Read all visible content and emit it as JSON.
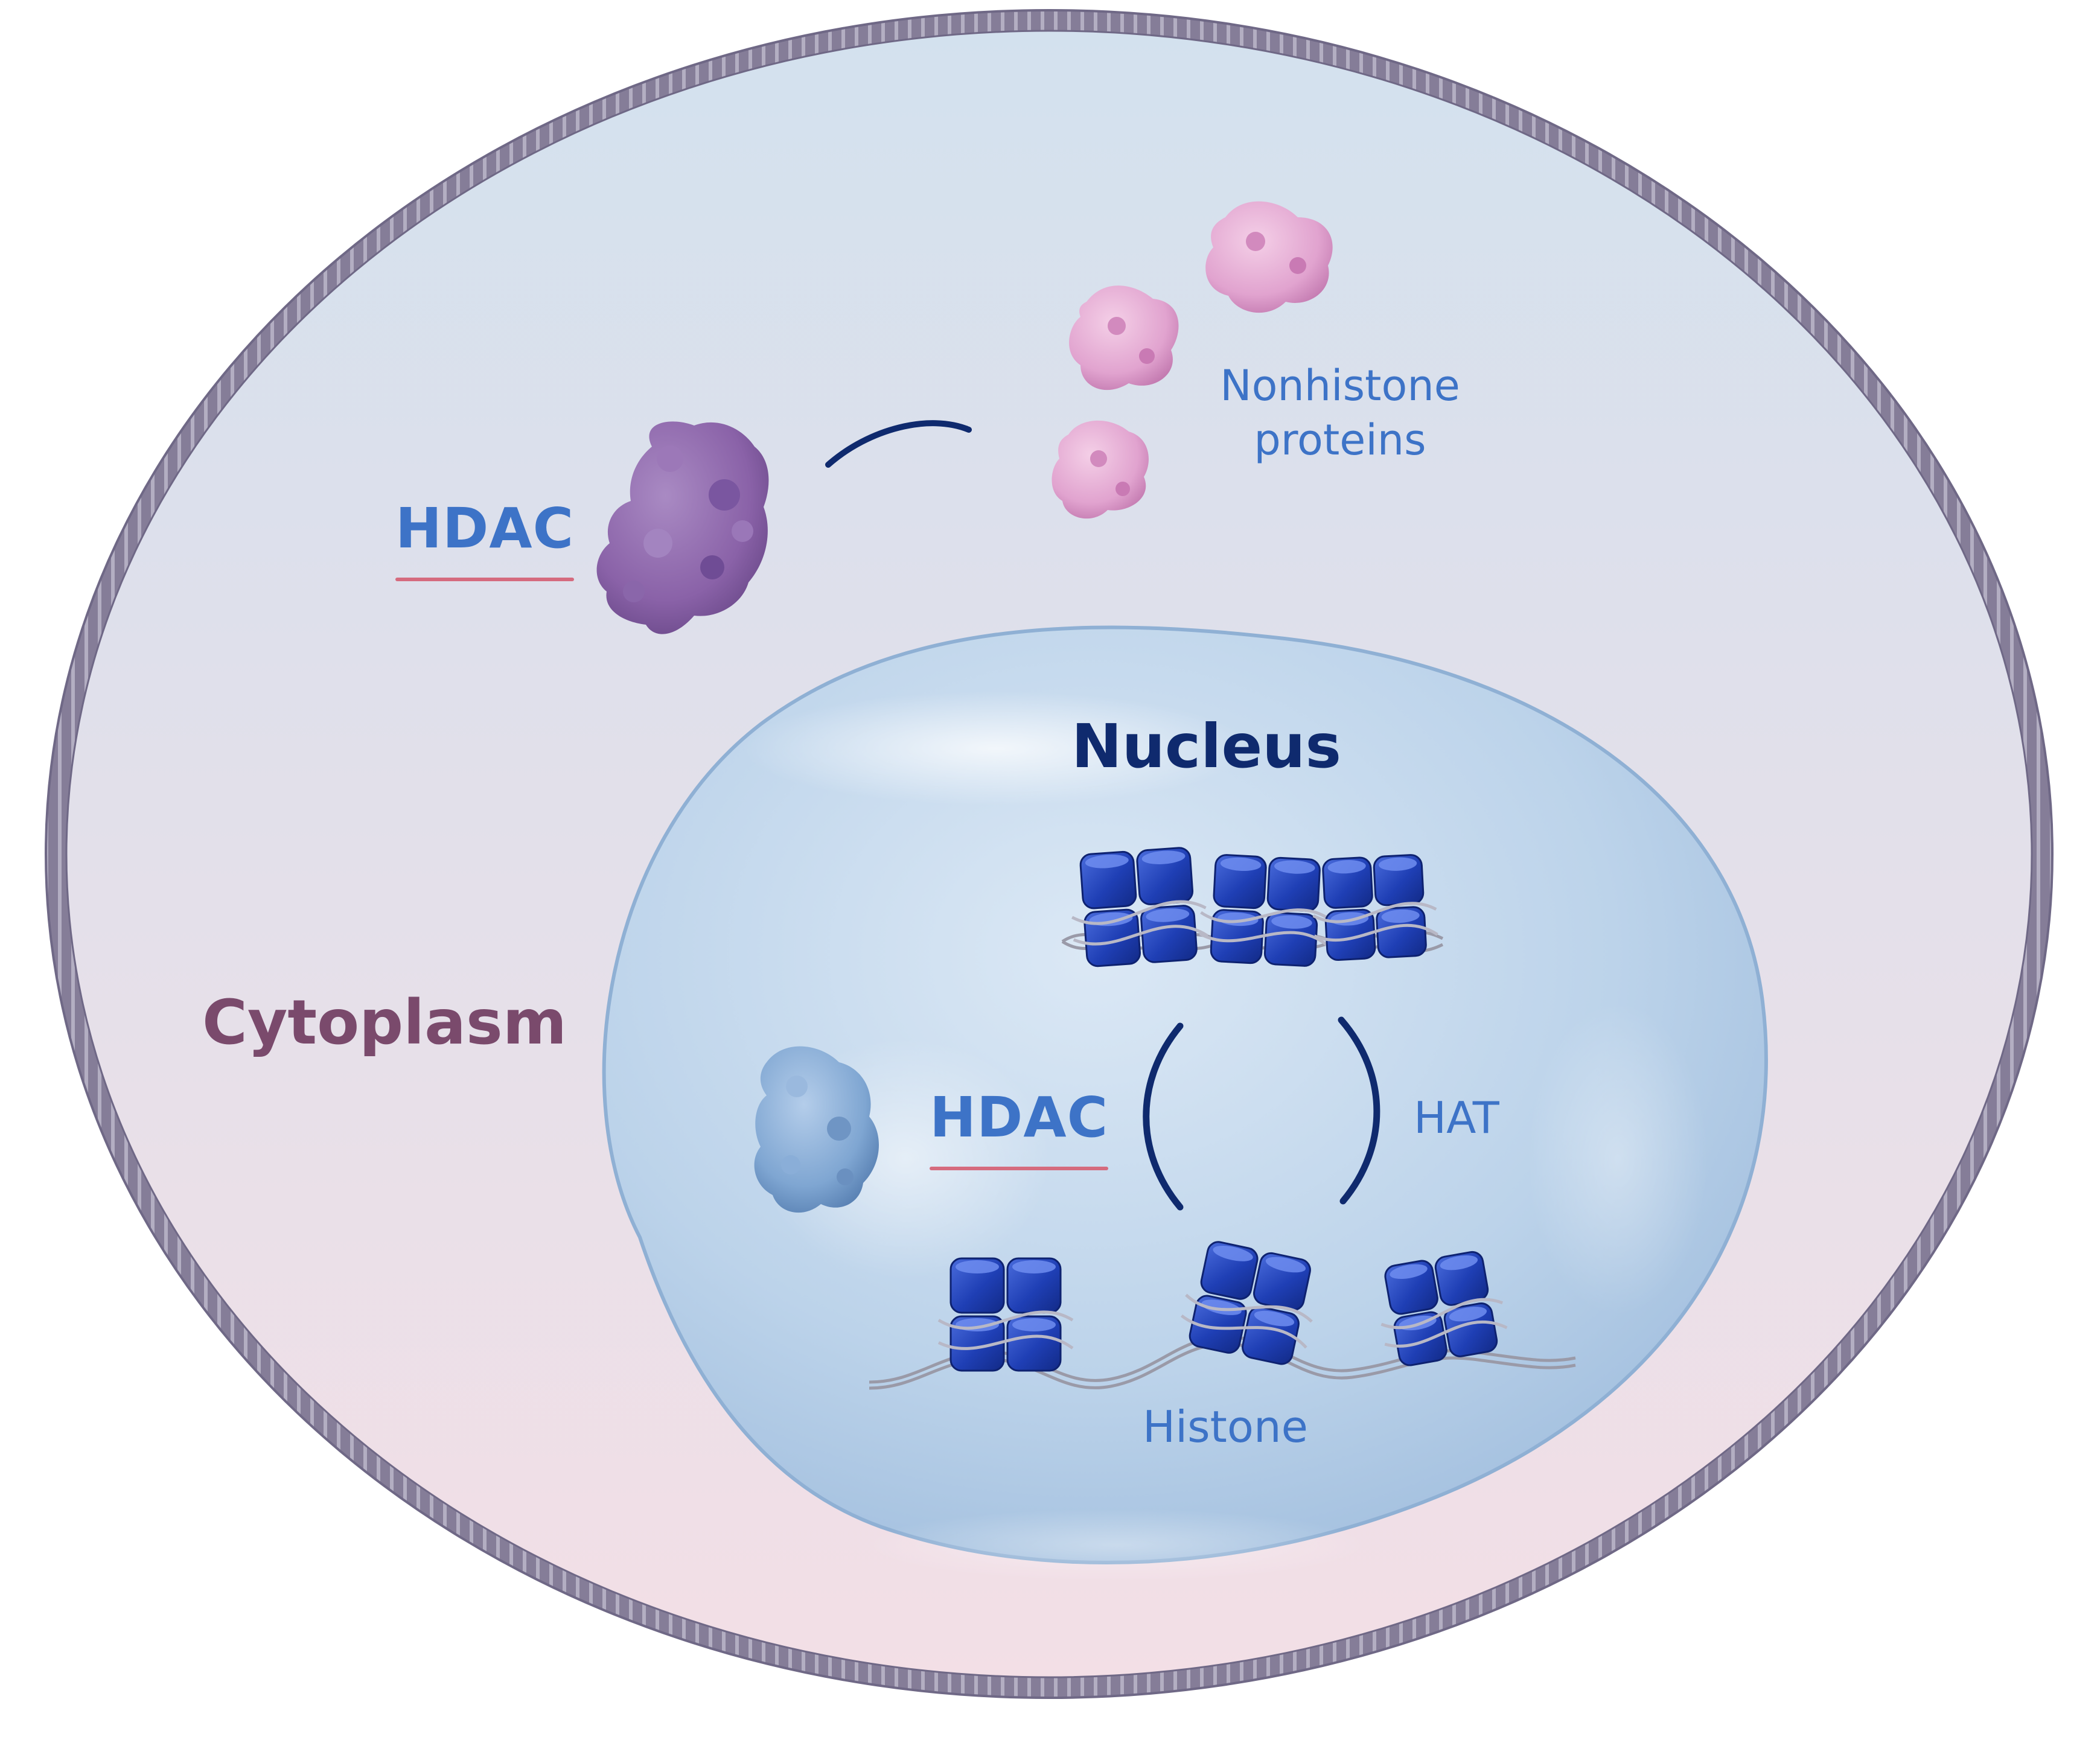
{
  "labels": {
    "hdac_cytoplasm": "HDAC",
    "nonhistone_line1": "Nonhistone",
    "nonhistone_line2": "proteins",
    "nucleus": "Nucleus",
    "cytoplasm": "Cytoplasm",
    "hdac_nucleus": "HDAC",
    "hat": "HAT",
    "histone": "Histone"
  },
  "colors": {
    "label_blue": "#3d73c7",
    "label_navy": "#0f2a6e",
    "label_plum": "#7a4a6c",
    "hdac_underline": "#d56b7e",
    "membrane": "#7d7590",
    "cytoplasm_top": "#d3e1ee",
    "cytoplasm_bottom": "#f3dfe6",
    "nucleus_fill": "#bcd3ea",
    "hdac_protein_cytoplasm": "#8a62a8",
    "hdac_protein_nucleus": "#7fa6d2",
    "nonhistone_protein": "#e1a3cf",
    "histone_octamer": "#1f3fb5",
    "dna_strand": "#9a9aa8",
    "arrow": "#0f2a6e"
  },
  "icons": {
    "hdac_cytoplasm": "hdac-protein-icon",
    "hdac_nucleus": "hdac-protein-icon",
    "nonhistone": "protein-blob-icon",
    "histone": "nucleosome-icon",
    "arrows": "curved-arrow-icon"
  }
}
